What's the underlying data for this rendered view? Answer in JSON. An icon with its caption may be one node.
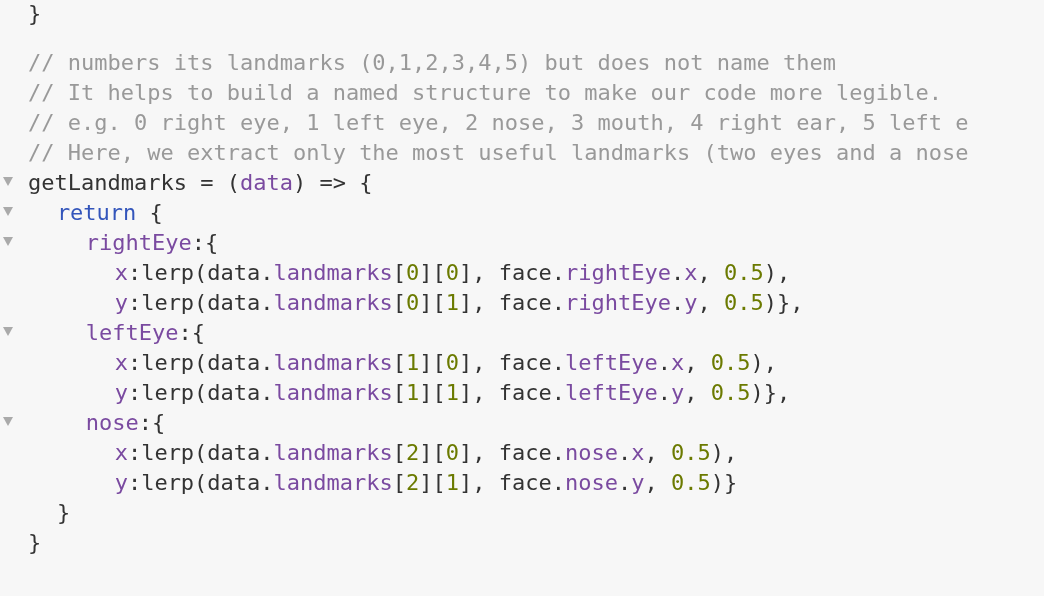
{
  "diagram": {
    "labels": [
      "}",
      "// numbers its landmarks (0,1,2,3,4,5) but does not name them",
      "// It helps to build a named structure to make our code more legible.",
      "// e.g. 0 right eye, 1 left eye, 2 nose, 3 mouth, 4 right ear, 5 left e",
      "// Here, we extract only the most useful landmarks (two eyes and a nose",
      "getLandmarks = (data) => {",
      "return {",
      "rightEye:{",
      "x:lerp(data.landmarks[0][0], face.rightEye.x, 0.5),",
      "y:lerp(data.landmarks[0][1], face.rightEye.y, 0.5)},",
      "leftEye:{",
      "x:lerp(data.landmarks[1][0], face.leftEye.x, 0.5),",
      "y:lerp(data.landmarks[1][1], face.leftEye.y, 0.5)},",
      "nose:{",
      "x:lerp(data.landmarks[2][0], face.nose.x, 0.5),",
      "y:lerp(data.landmarks[2][1], face.nose.y, 0.5)}",
      "}",
      "}"
    ]
  }
}
